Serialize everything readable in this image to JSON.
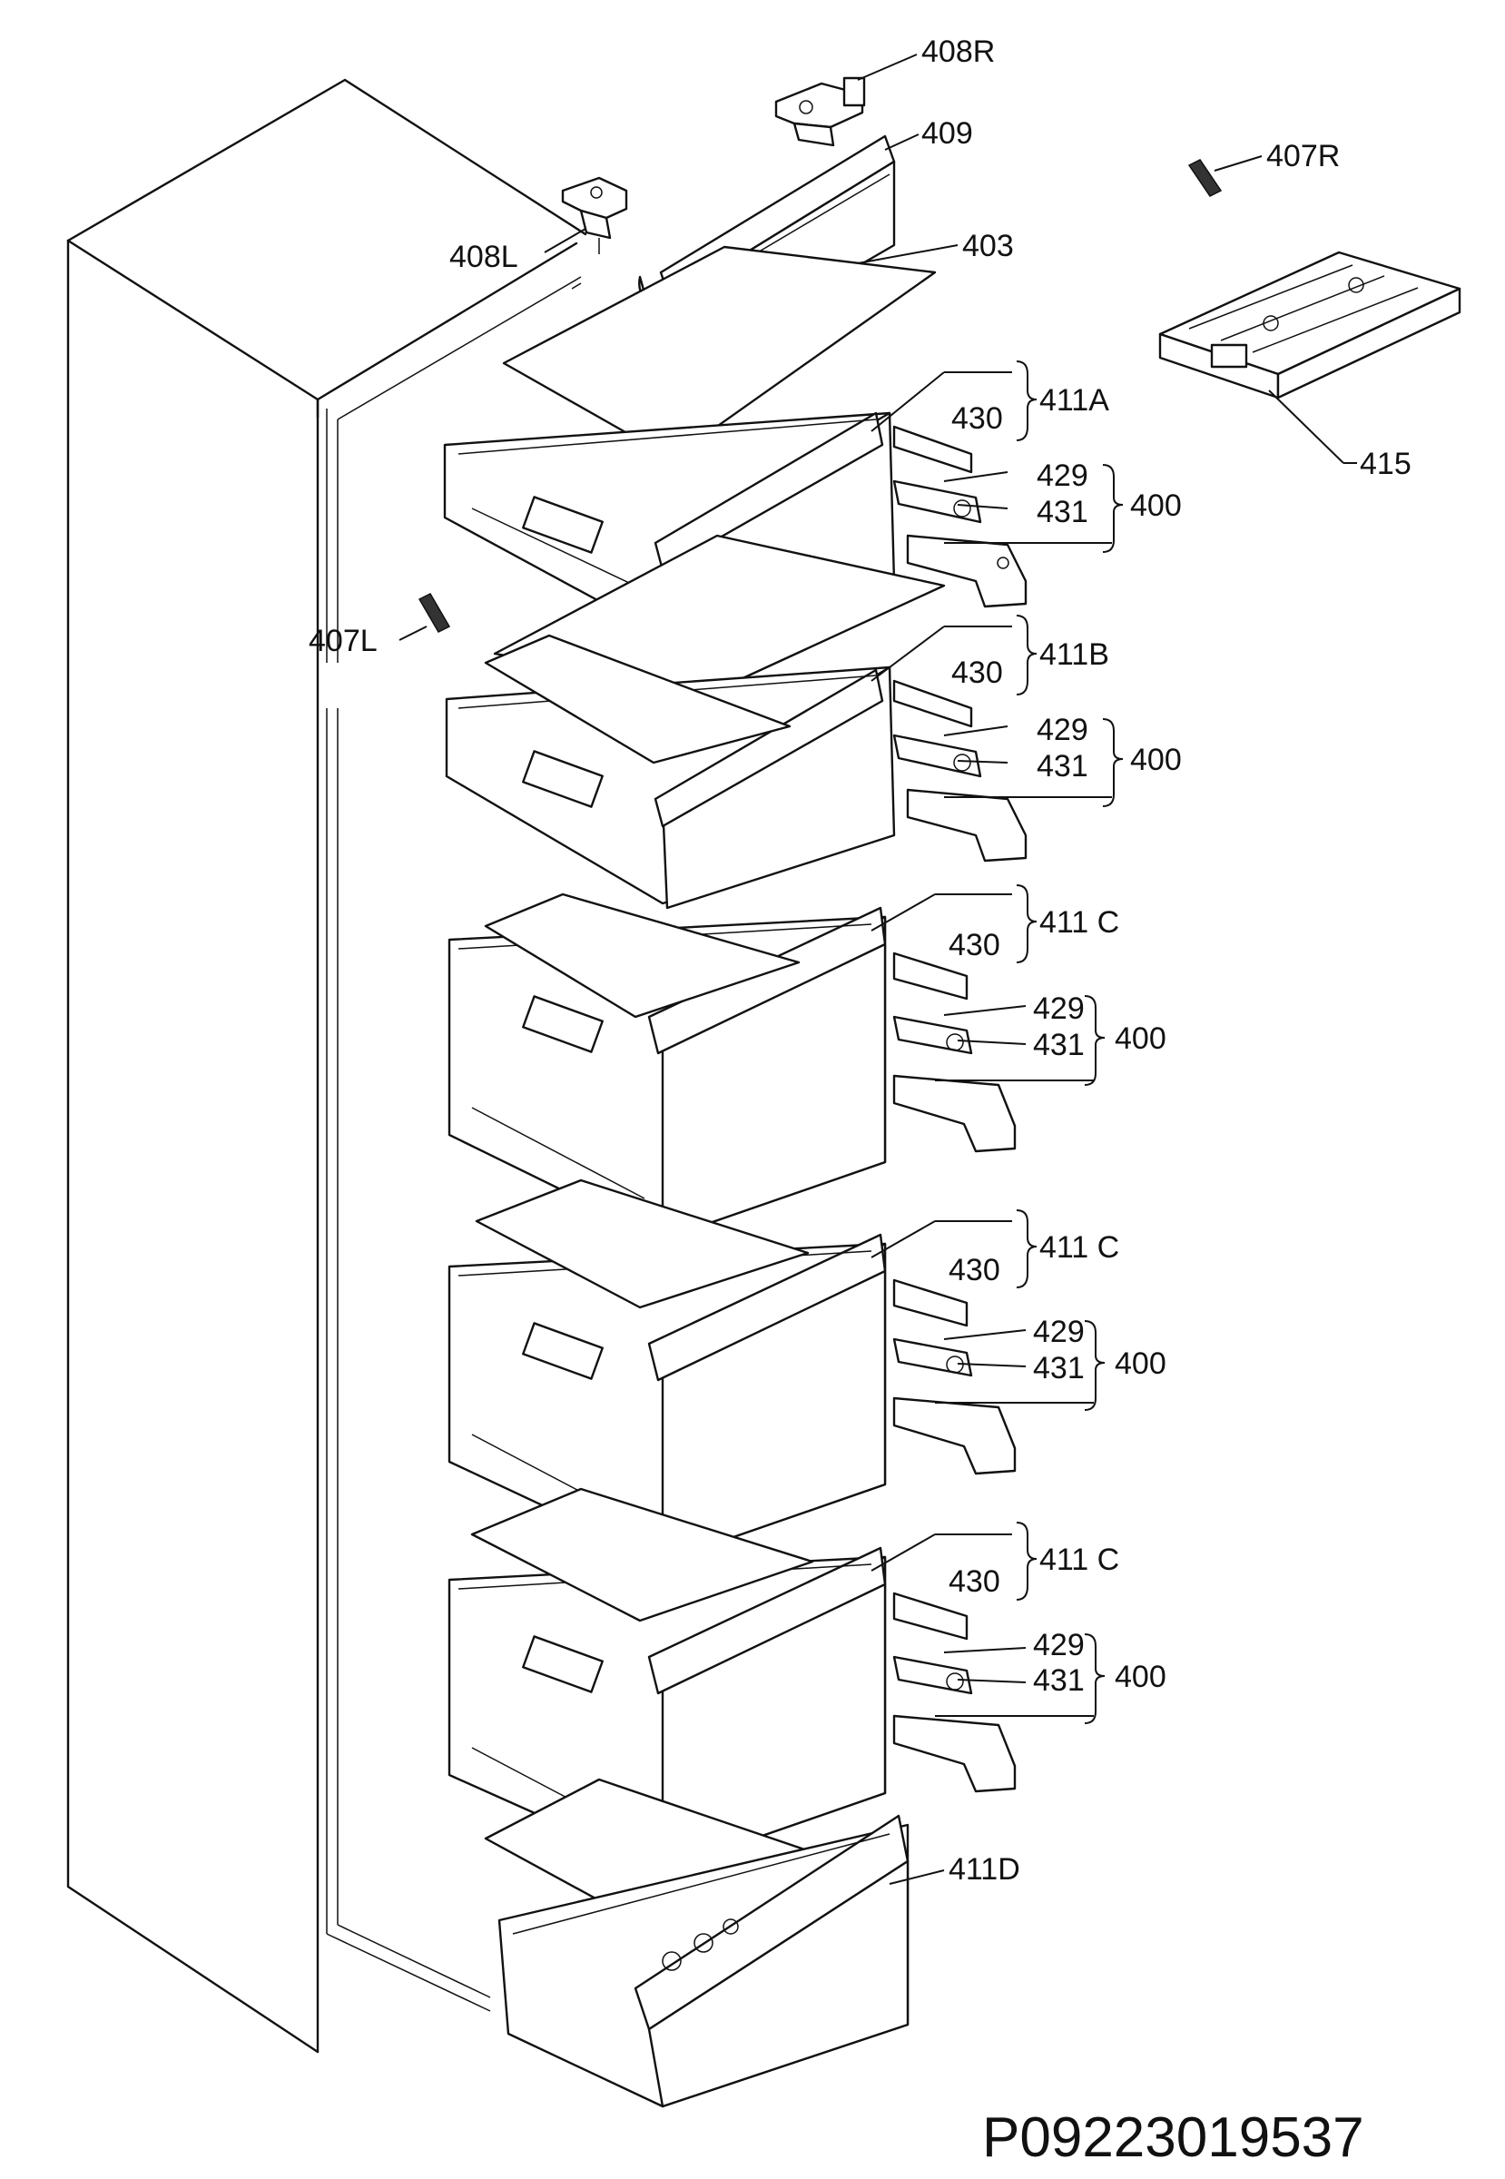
{
  "labels": {
    "l408R": "408R",
    "l409": "409",
    "l407R": "407R",
    "l408L": "408L",
    "l403": "403",
    "l415": "415",
    "l407L": "407L",
    "drawers": [
      {
        "drawer": "411A",
        "slide": "430",
        "a": "429",
        "b": "431",
        "group": "400"
      },
      {
        "drawer": "411B",
        "slide": "430",
        "a": "429",
        "b": "431",
        "group": "400"
      },
      {
        "drawer": "411 C",
        "slide": "430",
        "a": "429",
        "b": "431",
        "group": "400"
      },
      {
        "drawer": "411 C",
        "slide": "430",
        "a": "429",
        "b": "431",
        "group": "400"
      },
      {
        "drawer": "411 C",
        "slide": "430",
        "a": "429",
        "b": "431",
        "group": "400"
      }
    ],
    "l411D": "411D"
  },
  "document_code": "P09223019537"
}
